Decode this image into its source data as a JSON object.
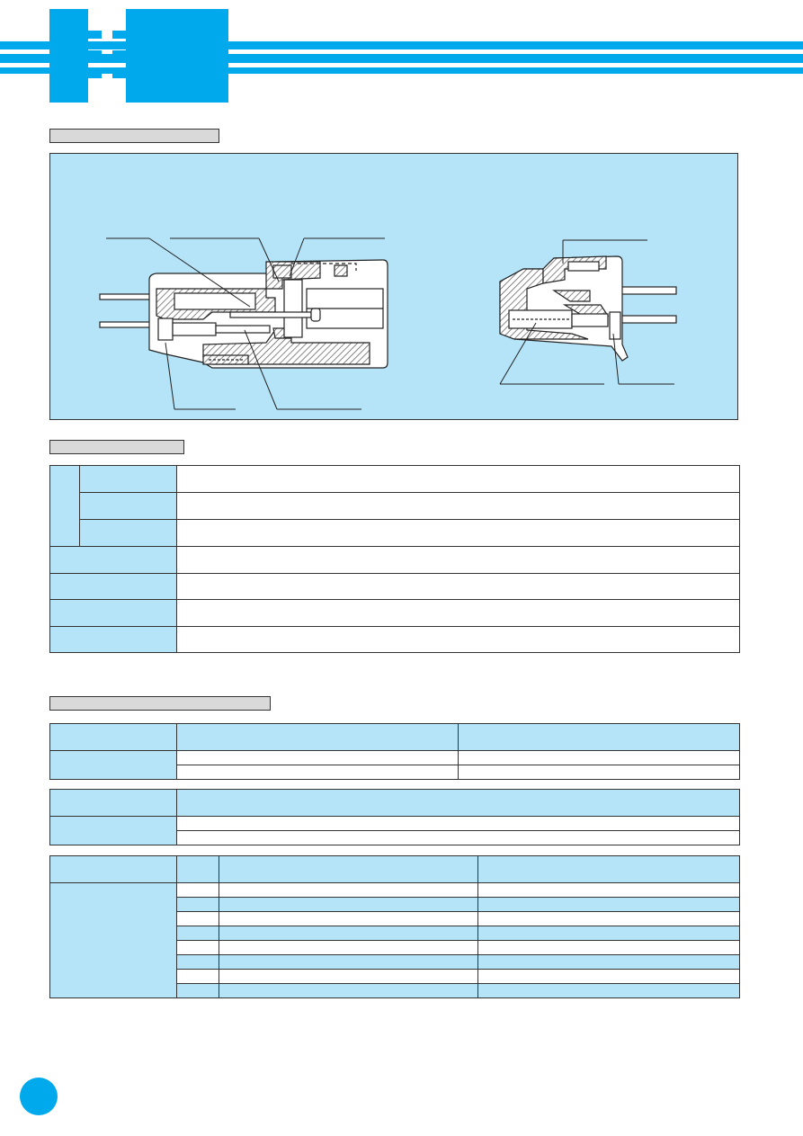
{
  "colors": {
    "brand_blue": "#00a9ec",
    "panel_blue": "#b5e4f8",
    "label_grey": "#d9d9d9",
    "border": "#333333",
    "hatch": "#555555"
  },
  "header": {
    "logo": "brand-logo-mark"
  },
  "sections": [
    {
      "id": "construction",
      "label": ""
    },
    {
      "id": "specifications",
      "label": ""
    },
    {
      "id": "materials",
      "label": ""
    }
  ],
  "specs_table": {
    "rows": 7
  },
  "materials_table_1": {
    "rows": 3
  },
  "materials_table_2": {
    "rows": 3
  },
  "materials_table_3": {
    "rows": 9
  },
  "page_number": ""
}
